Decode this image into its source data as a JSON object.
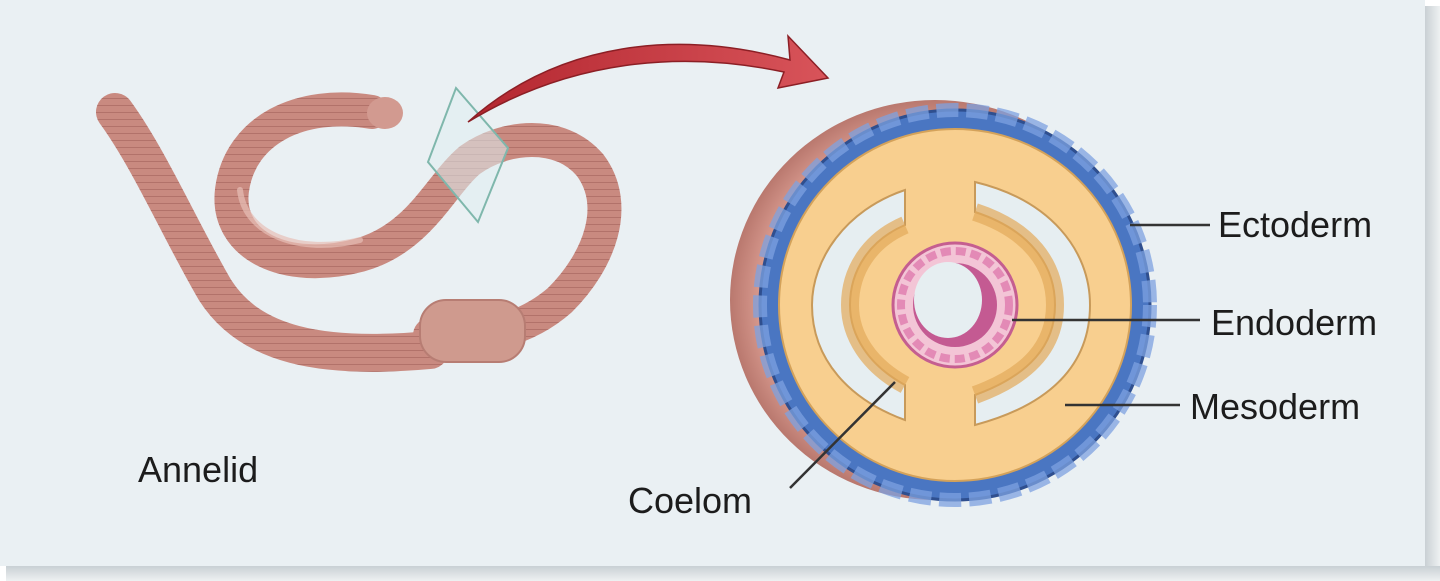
{
  "labels": {
    "organism": "Annelid",
    "ectoderm": "Ectoderm",
    "endoderm": "Endoderm",
    "mesoderm": "Mesoderm",
    "coelom": "Coelom"
  },
  "colors": {
    "background": "#eaf0f3",
    "worm": "#c98a80",
    "arrow": "#c83a3f",
    "ectoderm": "#4a76c2",
    "mesoderm": "#f8cf8f",
    "endoderm": "#d677a8",
    "coelom": "#e6eef1"
  }
}
